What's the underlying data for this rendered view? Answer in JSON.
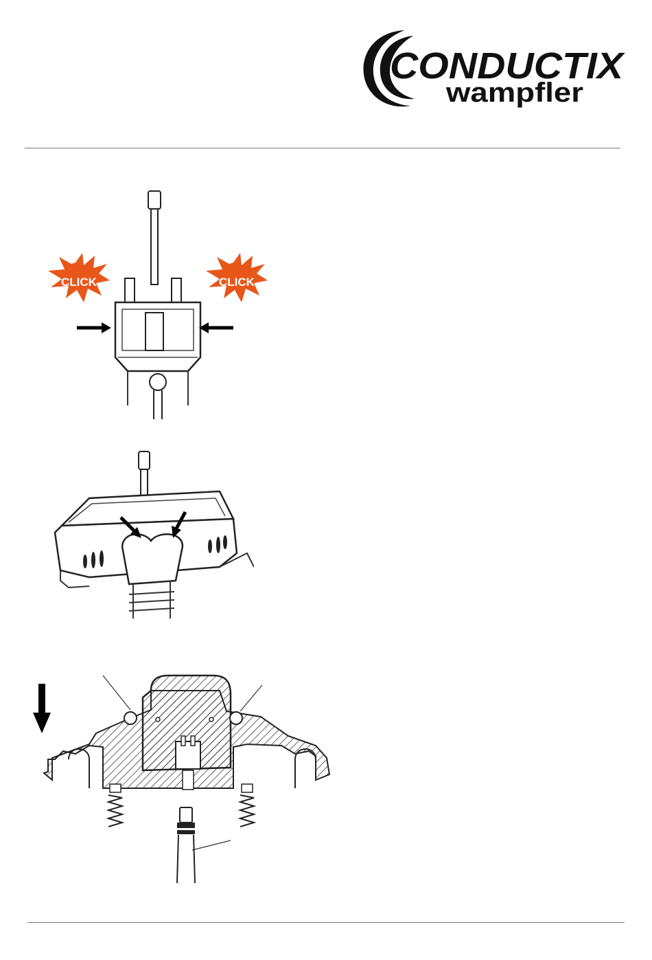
{
  "header": {
    "logo": {
      "brand": "CONDUCTIX",
      "sub": "wampfler",
      "icon": "swoosh-logo-icon"
    }
  },
  "figures": [
    {
      "id": "fig1",
      "badges": [
        "CLICK",
        "CLICK"
      ],
      "accent_color": "#e8561a"
    },
    {
      "id": "fig2"
    },
    {
      "id": "fig3"
    }
  ]
}
